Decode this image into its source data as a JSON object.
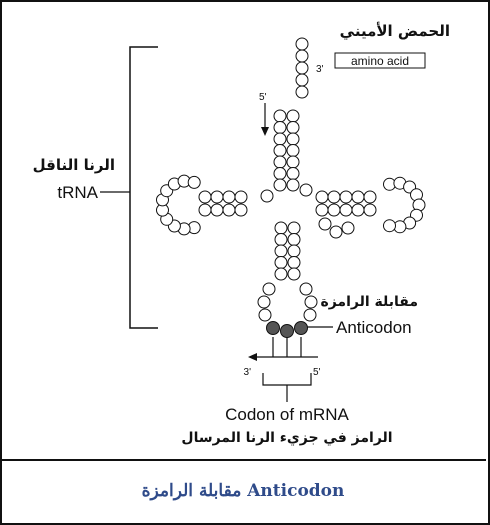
{
  "labels": {
    "amino_acid_ar": "الحمض الأميني",
    "amino_acid_en": "amino acid",
    "three_prime_top": "3'",
    "five_prime_top": "5'",
    "trna_ar": "الرنا الناقل",
    "trna_en": "tRNA",
    "anticodon_ar": "مقابلة الرامزة",
    "anticodon_en": "Anticodon",
    "mrna_three_prime": "3'",
    "mrna_five_prime": "5'",
    "codon_en": "Codon of mRNA",
    "codon_ar": "الرامز في جزيء الرنا المرسال"
  },
  "caption": "مقابلة الرامزة Anticodon",
  "colors": {
    "border": "#111111",
    "caption": "#2f4b8a",
    "nucleotide_fill": "#ffffff",
    "anticodon_fill": "#555555"
  }
}
